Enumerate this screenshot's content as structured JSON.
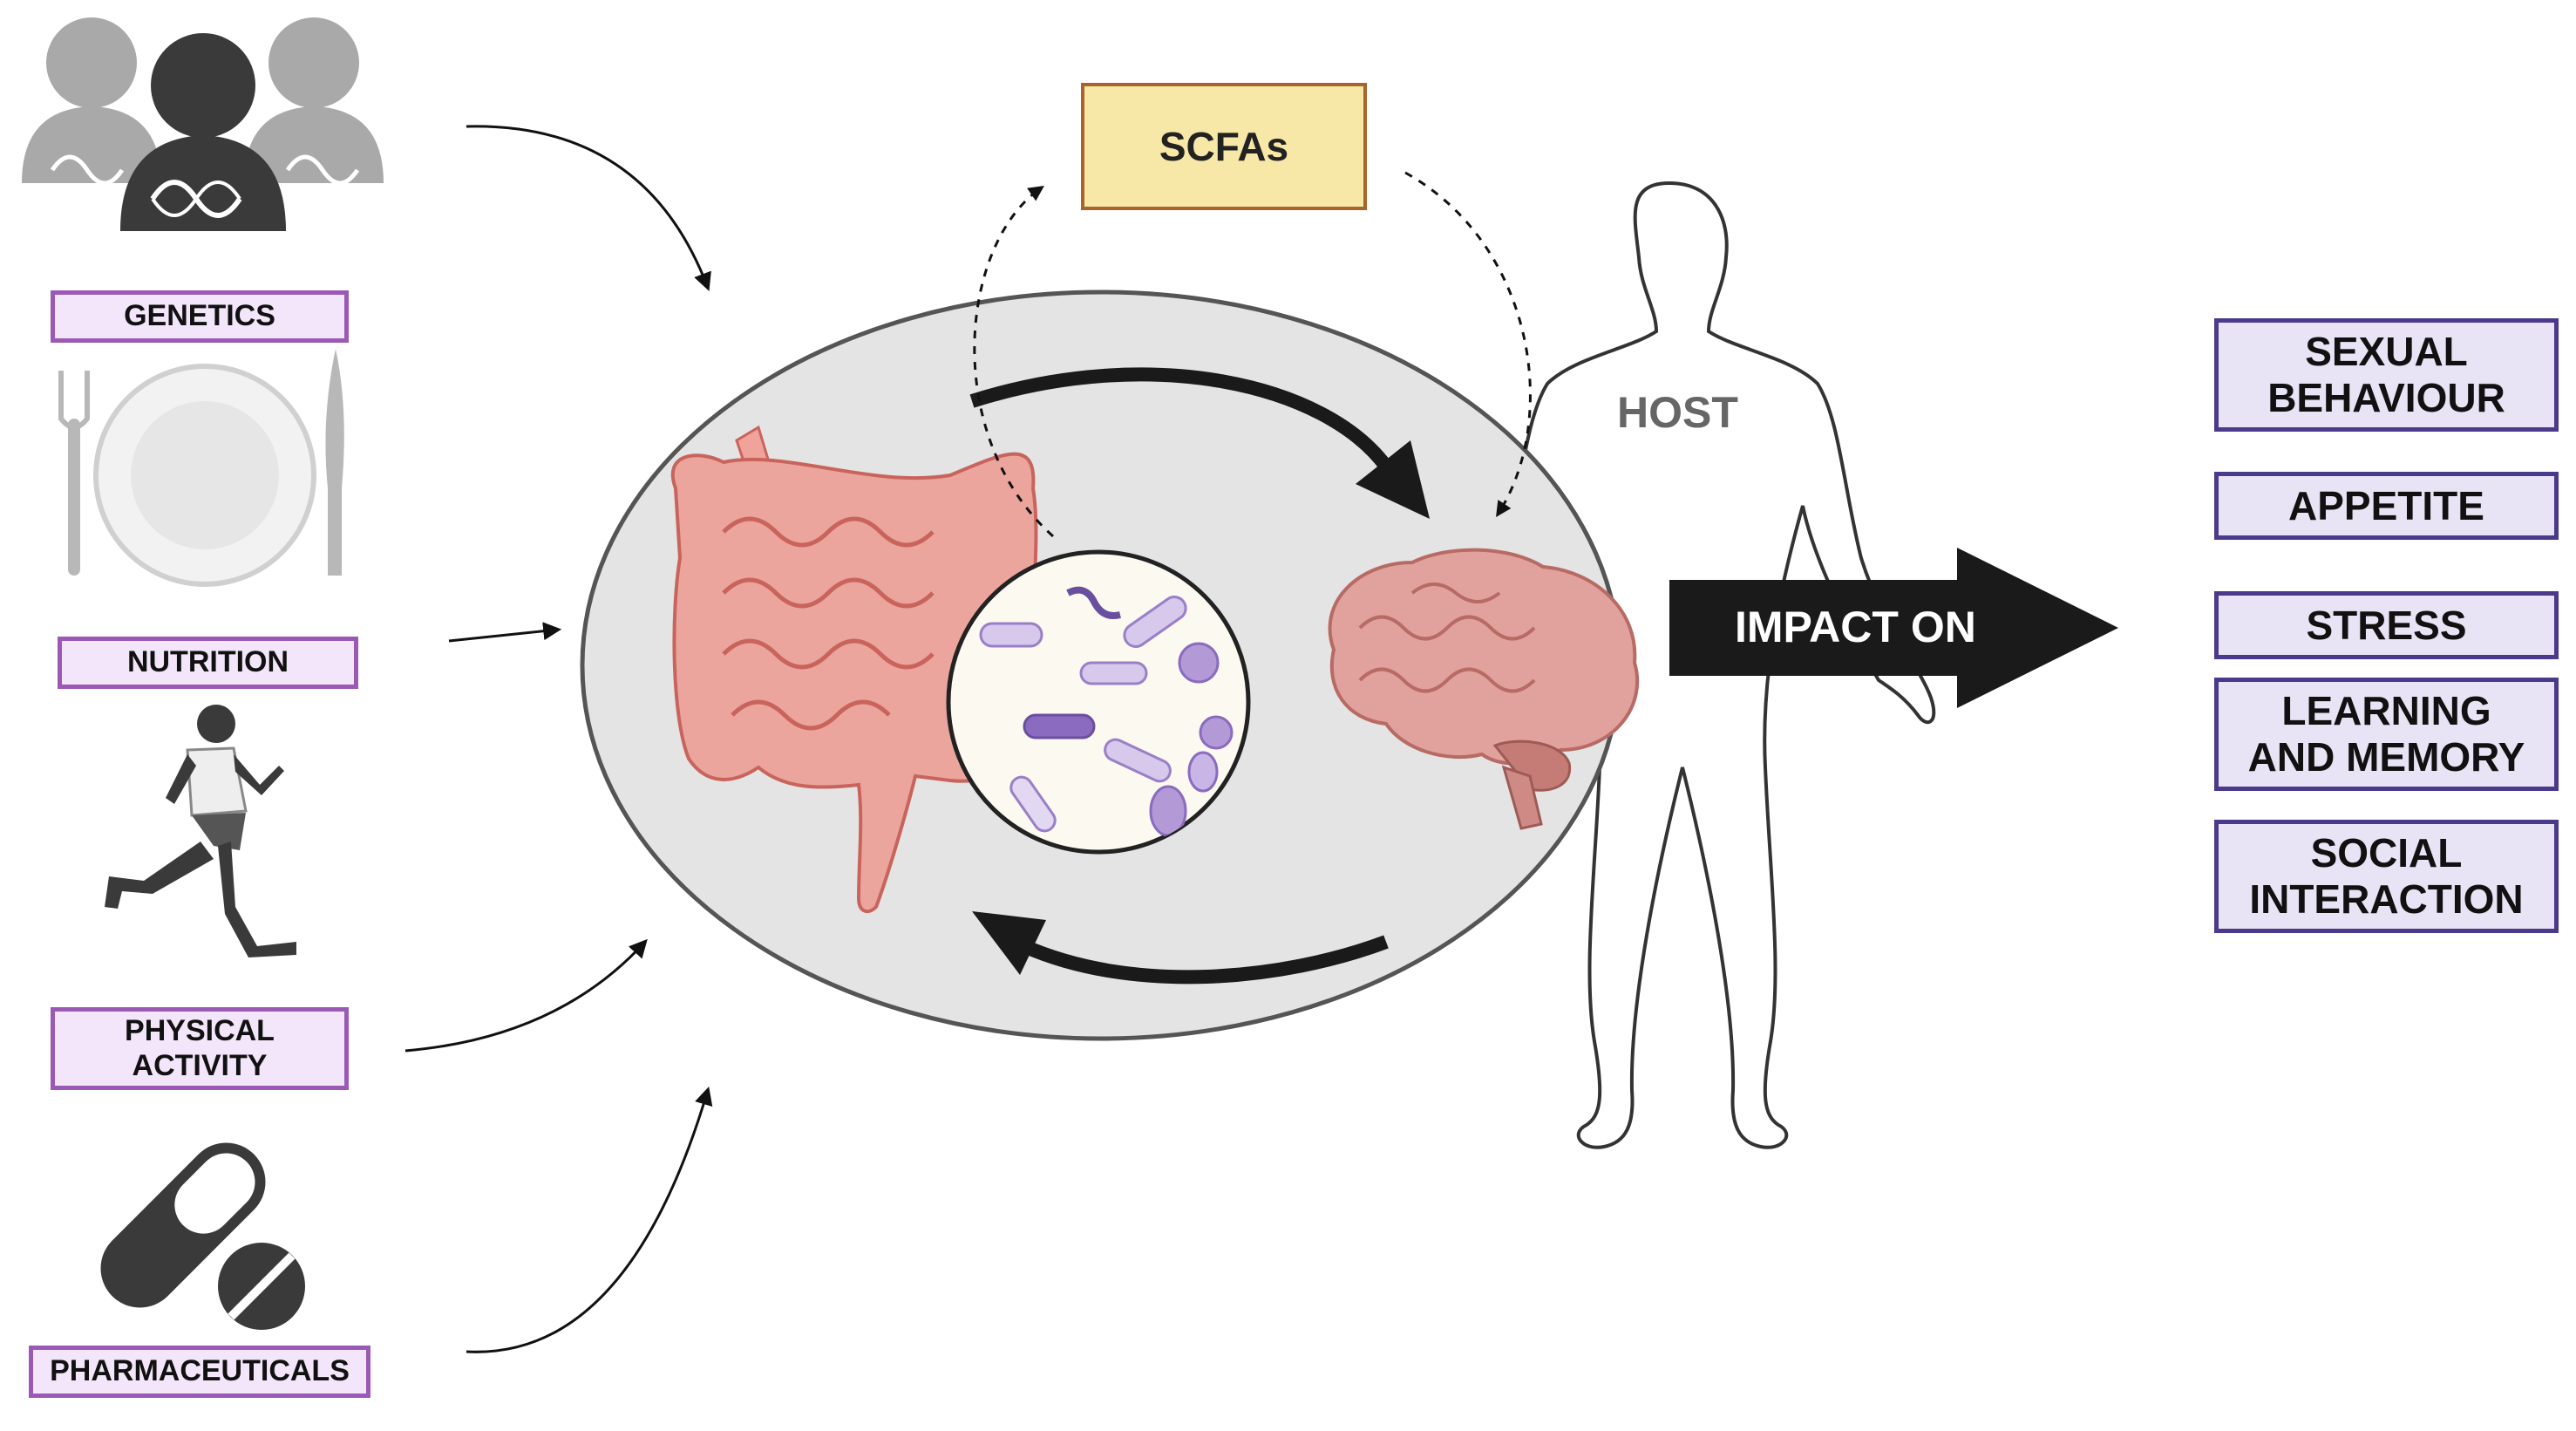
{
  "factors": {
    "genetics": "GENETICS",
    "nutrition": "NUTRITION",
    "physical_activity": "PHYSICAL\nACTIVITY",
    "pharmaceuticals": "PHARMACEUTICALS"
  },
  "center": {
    "scfas": "SCFAs",
    "host": "HOST",
    "impact": "IMPACT ON"
  },
  "outcomes": [
    {
      "label": "SEXUAL\nBEHAVIOUR"
    },
    {
      "label": "APPETITE"
    },
    {
      "label": "STRESS"
    },
    {
      "label": "LEARNING\nAND MEMORY"
    },
    {
      "label": "SOCIAL\nINTERACTION"
    }
  ],
  "colors": {
    "factor_border": "#9b59b6",
    "factor_fill": "#f4e6fa",
    "outcome_border": "#4b3a8c",
    "outcome_fill": "#e9e4f5",
    "scfa_fill": "#f8e8a8",
    "ellipse_fill": "#e4e4e4",
    "gut": "#e8948c",
    "brain": "#d98a86",
    "bacteria": "#b39ad6"
  },
  "icons": [
    "people-dna-icon",
    "plate-cutlery-icon",
    "runner-icon",
    "pills-icon",
    "gut-icon",
    "microbiome-icon",
    "brain-icon",
    "human-body-icon"
  ]
}
